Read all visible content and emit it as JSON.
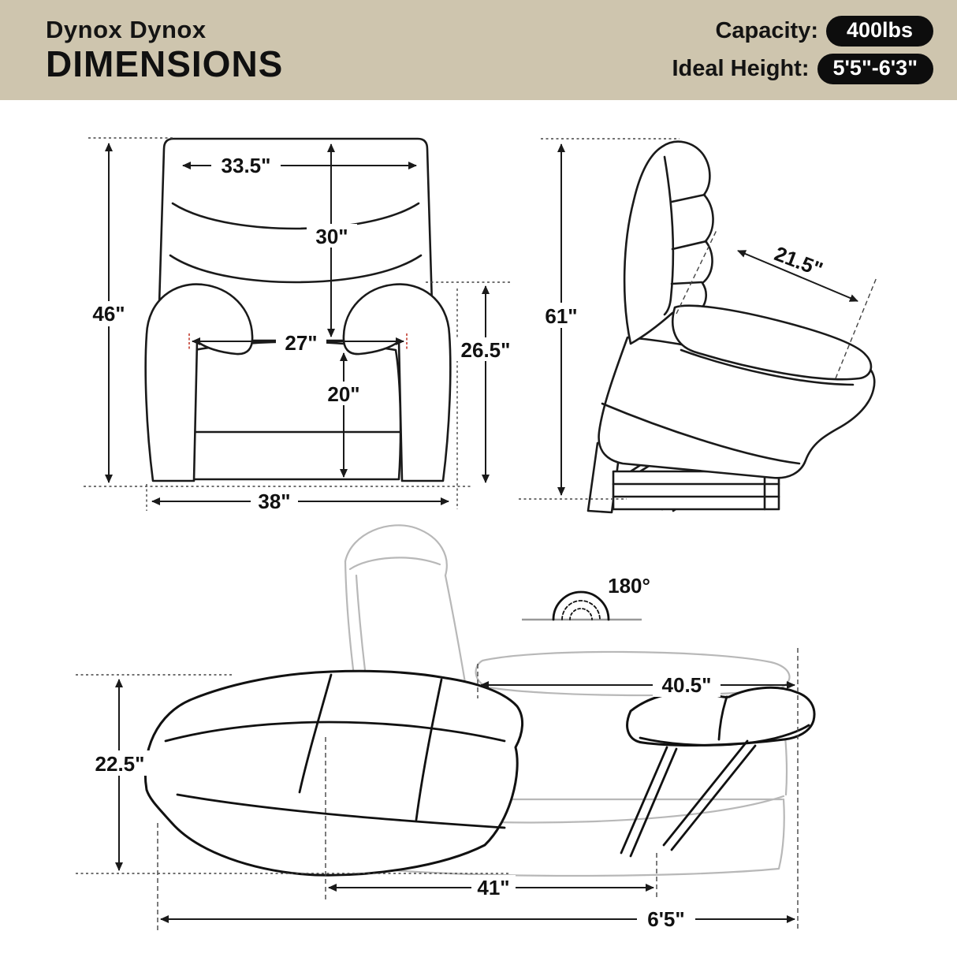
{
  "header": {
    "brand": "Dynox Dynox",
    "title": "DIMENSIONS",
    "specs": [
      {
        "label": "Capacity:",
        "value": "400lbs"
      },
      {
        "label": "Ideal Height:",
        "value": "5'5\"-6'3\""
      }
    ]
  },
  "views": {
    "front": {
      "dims": {
        "overall_height": "46\"",
        "back_width": "33.5\"",
        "back_height": "30\"",
        "seat_width": "27\"",
        "seat_height": "20\"",
        "arm_height": "26.5\"",
        "overall_width": "38\""
      }
    },
    "side_lift": {
      "dims": {
        "lift_height": "61\"",
        "seat_depth": "21.5\""
      }
    },
    "reclined": {
      "dims": {
        "recline_angle": "180°",
        "backrest_length": "40.5\"",
        "footrest_height": "22.5\"",
        "recline_footprint": "41\"",
        "total_length": "6'5\""
      }
    }
  },
  "colors": {
    "header_bg": "#cec5ae",
    "ink": "#1a1a1a",
    "ghost_line": "#b8b8b8",
    "badge_bg": "#0d0d0d",
    "badge_text": "#ffffff",
    "tick_red": "#c23b2e"
  }
}
